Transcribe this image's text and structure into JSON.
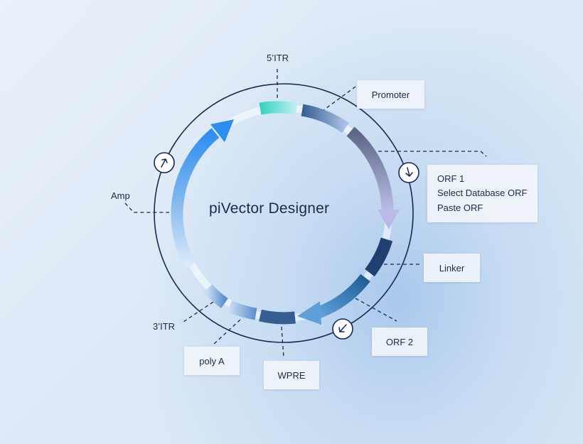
{
  "title": "piVector Designer",
  "labels": {
    "itr5": "5’ITR",
    "itr3": "3’ITR",
    "amp": "Amp",
    "promoter": "Promoter",
    "orf1": [
      "ORF 1",
      "Select Database ORF",
      "Paste ORF"
    ],
    "linker": "Linker",
    "orf2": "ORF 2",
    "wpre": "WPRE",
    "polya": "poly A"
  },
  "colors": {
    "ring": "#142a55",
    "itr5": "#3fd6c4",
    "amp_arrow": "#2e8ef0",
    "orf1_arrow": "#6a7aa6",
    "orf2_arrow": "#2a66a8",
    "segments": "#355e92",
    "text": "#1c2a4a"
  },
  "icons": {
    "amp_direction": "arrow-up-right-circle-icon",
    "orf1_direction": "arrow-down-right-circle-icon",
    "orf2_direction": "arrow-down-left-circle-icon"
  }
}
